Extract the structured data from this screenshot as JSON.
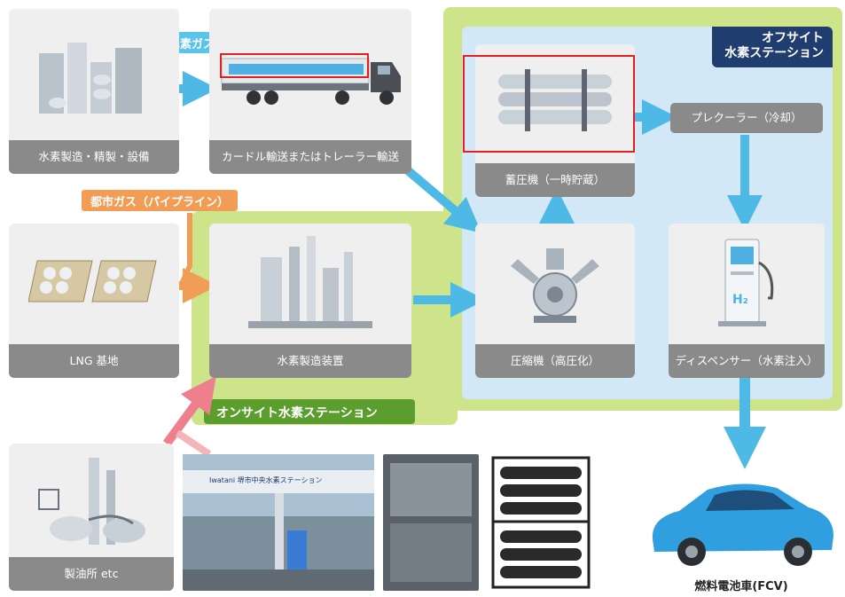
{
  "regions": {
    "offsite_label": "オフサイト\n水素ステーション",
    "onsite_label": "オンサイト水素ステーション"
  },
  "boxes": {
    "production": "水素製造・精製・設備",
    "transport": "カードル輸送またはトレーラー輸送",
    "accumulator": "蓄圧機（一時貯蔵）",
    "lng": "LNG 基地",
    "onsite_production": "水素製造装置",
    "compressor": "圧縮機（高圧化）",
    "dispenser": "ディスペンサー（水素注入）",
    "refinery": "製油所 etc",
    "precooler": "プレクーラー（冷却）"
  },
  "tags": {
    "hydrogen_gas": "水素ガス",
    "city_gas": "都市ガス（パイプライン）"
  },
  "photo": {
    "station_sign": "Iwatani 堺市中央水素ステーション"
  },
  "fcv_caption": "燃料電池車(FCV)",
  "dispenser_h2": "H₂",
  "colors": {
    "arrow_blue": "#4fb9e6",
    "arrow_orange": "#f29d55",
    "arrow_pink": "#ee7f8c",
    "highlight_red": "#e51f1f"
  }
}
